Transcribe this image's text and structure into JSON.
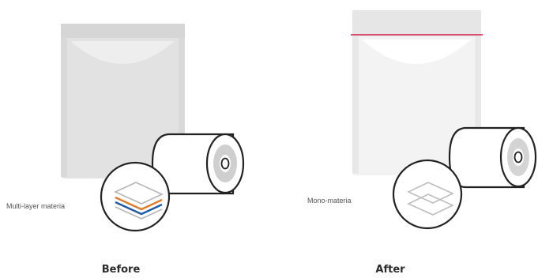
{
  "before": {
    "material_label": "Multi-layer materia",
    "caption": "Before"
  },
  "after": {
    "material_label": "Mono-materia",
    "caption": "After"
  },
  "colors": {
    "pouch_before": "#e2e2e2",
    "pouch_after": "#f2f2f2",
    "seal_line": "#d81b4a",
    "layer_orange": "#e07b2a",
    "layer_blue": "#1f5aa6",
    "layer_gray": "#b5b5b5"
  },
  "icons": [
    "pouch-icon",
    "film-roll-icon",
    "layers-magnifier-icon",
    "seal-line-icon"
  ]
}
